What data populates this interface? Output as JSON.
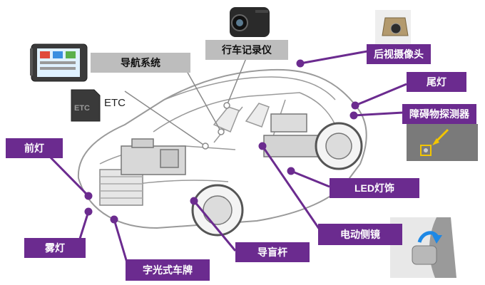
{
  "labels": {
    "navigation": "导航系统",
    "dashcam": "行车记录仪",
    "rear_camera": "后视摄像头",
    "tail_light": "尾灯",
    "obstacle_detector": "障碍物探测器",
    "etc": "ETC",
    "headlight": "前灯",
    "led_trim": "LED灯饰",
    "power_mirror": "电动侧镜",
    "fog_light": "雾灯",
    "guide_rod": "导盲杆",
    "light_license_plate": "字光式车牌"
  },
  "colors": {
    "label_purple": "#6b2b8f",
    "label_grey": "#bdbdbd",
    "leader_line": "#6b2b8f",
    "leader_line_grey": "#8a8a8a",
    "car_outline": "#9a9a9a",
    "callout_yellow": "#f2c500"
  },
  "icons": {
    "navigation": "gps-navigator-icon",
    "dashcam": "dashcam-icon",
    "rear_camera": "rear-camera-icon",
    "etc": "etc-card-icon",
    "obstacle_detector": "parking-sensor-photo",
    "power_mirror": "side-mirror-photo",
    "car": "car-cutaway-illustration"
  }
}
